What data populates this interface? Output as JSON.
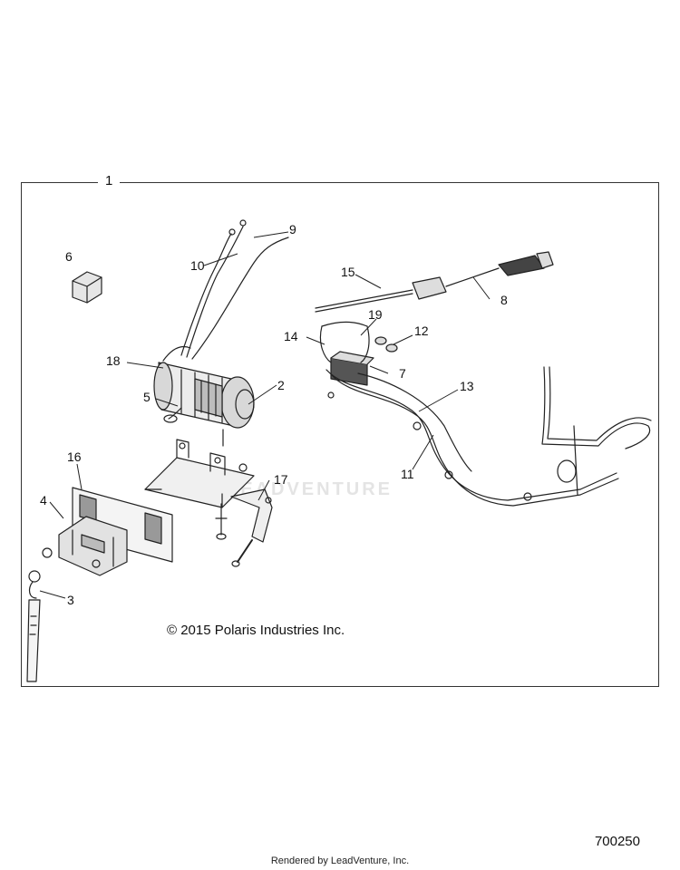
{
  "frame": {
    "label": "1"
  },
  "callouts": [
    "2",
    "3",
    "4",
    "5",
    "6",
    "7",
    "8",
    "9",
    "10",
    "11",
    "12",
    "13",
    "14",
    "15",
    "16",
    "17",
    "18",
    "19"
  ],
  "copyright": "© 2015 Polaris Industries Inc.",
  "part_number": "700250",
  "footer": "Rendered by LeadVenture, Inc.",
  "watermark": "LEADVENTURE",
  "colors": {
    "line": "#222222",
    "part_fill": "#d8d8d8",
    "watermark": "#e4e4e4"
  }
}
